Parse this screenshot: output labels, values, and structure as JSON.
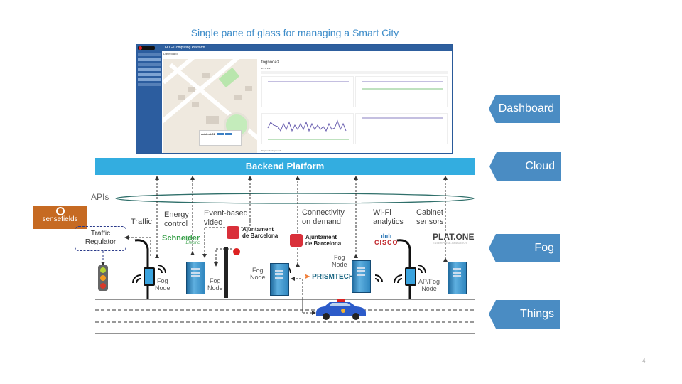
{
  "title": "Single pane of glass for managing a Smart City",
  "dashboard_screenshot": {
    "app_title": "FOG Computing Platform",
    "breadcrumb": "Dashboard",
    "node_title": "fognode3",
    "popup_title": "cabinet-01",
    "footer": "Tags node:fognode3"
  },
  "backend": {
    "label": "Backend Platform"
  },
  "apis_label": "APIs",
  "layer_tags": [
    {
      "label": "Dashboard"
    },
    {
      "label": "Cloud"
    },
    {
      "label": "Fog"
    },
    {
      "label": "Things"
    }
  ],
  "use_cases": {
    "traffic": "Traffic",
    "energy_control": [
      "Energy",
      "control"
    ],
    "event_video": [
      "Event-based",
      "video"
    ],
    "connectivity": [
      "Connectivity",
      "on demand"
    ],
    "wifi": [
      "Wi-Fi",
      "analytics"
    ],
    "cabinet": [
      "Cabinet",
      "sensors"
    ]
  },
  "partners": {
    "sensefields": "sensefields",
    "schneider": "Schneider",
    "schneider_sub": "Electric",
    "barcelona_1": "Ajuntament",
    "barcelona_2": "de Barcelona",
    "cisco": "CISCO",
    "platone": "PLAT.ONE",
    "platone_sub": "ENTERPRISE-GRADE IOT",
    "prismtech": "PRISMTECH"
  },
  "traffic_regulator": [
    "Traffic",
    "Regulator"
  ],
  "node_labels": {
    "fog_node": [
      "Fog",
      "Node"
    ],
    "ap_fog_node": [
      "AP/Fog",
      "Node"
    ]
  },
  "colors": {
    "backend": "#33ade0",
    "tag": "#4a8cc3",
    "title": "#3d8cc9",
    "sensefields": "#c66a22"
  },
  "page_number": "4"
}
